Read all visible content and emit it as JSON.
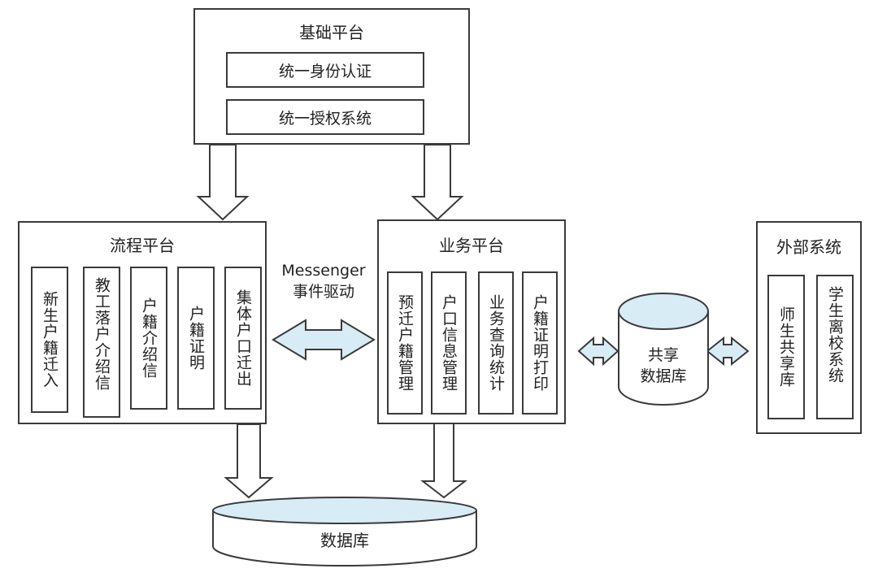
{
  "base_platform": {
    "title": "基础平台",
    "items": [
      "统一身份认证",
      "统一授权系统"
    ]
  },
  "process_platform": {
    "title": "流程平台",
    "items": [
      "新生户籍迁入",
      "教工落户介绍信",
      "户籍介绍信",
      "户籍证明",
      "集体户口迁出"
    ]
  },
  "business_platform": {
    "title": "业务平台",
    "items": [
      "预迁户籍管理",
      "户口信息管理",
      "业务查询统计",
      "户籍证明打印"
    ]
  },
  "external_system": {
    "title": "外部系统",
    "items": [
      "师生共享库",
      "学生离校系统"
    ]
  },
  "messenger": {
    "line1": "Messenger",
    "line2": "事件驱动"
  },
  "shared_db": {
    "line1": "共享",
    "line2": "数据库"
  },
  "database": {
    "label": "数据库"
  },
  "colors": {
    "cylinder_top": "#d7ecf5",
    "arrow_fill": "#d7ecf5",
    "stroke": "#3a3a3a"
  }
}
